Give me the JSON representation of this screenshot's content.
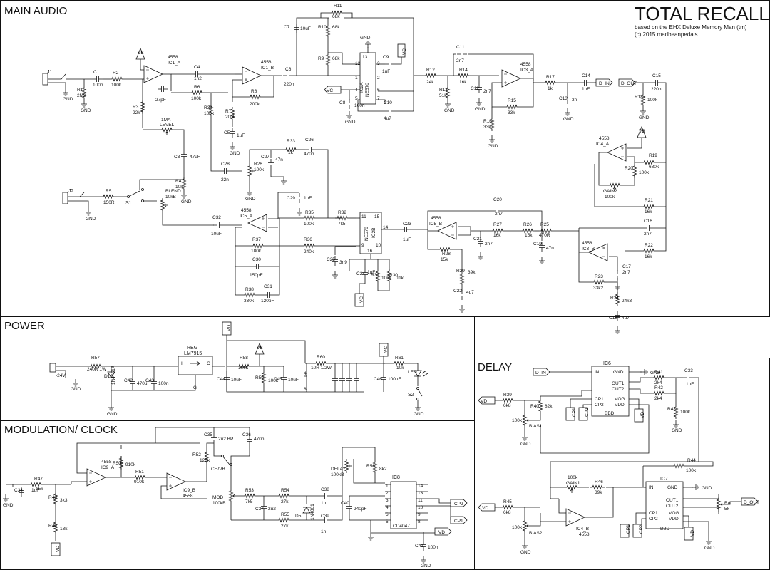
{
  "title": "TOTAL RECALL",
  "subtitle_lines": [
    "based on the EHX Deluxe Memory Man (tm)",
    "(c) 2015 madbeanpedals"
  ],
  "sections": {
    "main_audio": "MAIN AUDIO",
    "power": "POWER",
    "modulation": "MODULATION/ CLOCK",
    "delay": "DELAY"
  },
  "nets": {
    "vb": "VB",
    "vc": "VC",
    "vd": "VD",
    "d_in": "D_IN",
    "d_out": "D_OUT",
    "cp1": "CP1",
    "cp2": "CP2",
    "gnd": "GND",
    "neg24": "-24V"
  },
  "ics": {
    "ic1a": [
      "4558",
      "IC1_A"
    ],
    "ic1b": [
      "4558",
      "IC1_B"
    ],
    "ic2a": [
      "IC2A",
      "NE570"
    ],
    "ic3a": [
      "4558",
      "IC3_A"
    ],
    "ic3b": [
      "4558",
      "IC3_B"
    ],
    "ic4a": [
      "4558",
      "IC4_A"
    ],
    "ic4b": [
      "IC4_B",
      "4558"
    ],
    "ic5a": [
      "4558",
      "IC5_A"
    ],
    "ic5b": [
      "4558",
      "IC5_B"
    ],
    "ic2b": [
      "IC2B",
      "NE570"
    ],
    "ic9a": [
      "4558",
      "IC9_A"
    ],
    "ic9b": [
      "IC9_B",
      "4558"
    ],
    "ic8": [
      "IC8",
      "CD4047"
    ],
    "ic6": [
      "IC6",
      "BBD"
    ],
    "ic7": [
      "IC7",
      "BBD"
    ],
    "reg": [
      "REG",
      "LM7915",
      "I",
      "O",
      "G"
    ]
  },
  "bbd_pins": {
    "in": "IN",
    "gnd": "GND",
    "out1": "OUT1",
    "out2": "OUT2",
    "cp1": "CP1",
    "cp2": "CP2",
    "vgg": "VGG",
    "vdd": "VDD"
  },
  "components": {
    "j1": "J1",
    "j2": "J2",
    "s1": "S1",
    "s2": "S2",
    "c1": [
      "C1",
      "100n"
    ],
    "r1": [
      "R1",
      "2M2"
    ],
    "r2": [
      "R2",
      "100k"
    ],
    "c2": [
      "C2",
      "27pF"
    ],
    "r3": [
      "R3",
      "22k"
    ],
    "level": [
      "1MA",
      "LEVEL"
    ],
    "c4": [
      "C4",
      "1n2"
    ],
    "r6": [
      "R6",
      "100k"
    ],
    "c3": [
      "C3",
      "47uF"
    ],
    "r4": [
      "R4",
      "10k"
    ],
    "r5": [
      "R5",
      "150R"
    ],
    "blend": [
      "BLEND",
      "10kB"
    ],
    "r8": [
      "R8",
      "200k"
    ],
    "r7": [
      "R7",
      "200k"
    ],
    "c5": [
      "C5",
      "1uF"
    ],
    "r34": [
      "R34",
      "100k"
    ],
    "c6": [
      "C6",
      "220n"
    ],
    "c7": [
      "C7",
      "10uF"
    ],
    "r11": [
      "R11",
      "68k"
    ],
    "r10": [
      "R10",
      "68k"
    ],
    "r9": [
      "R9",
      "68k"
    ],
    "c9": [
      "C9",
      "1uF"
    ],
    "c8": [
      "C8",
      "100n"
    ],
    "c10": [
      "C10",
      "4u7"
    ],
    "r12": [
      "R12",
      "24k"
    ],
    "c11": [
      "C11",
      "2n7"
    ],
    "r14": [
      "R14",
      "16k"
    ],
    "r13": [
      "R13",
      "51k"
    ],
    "c12": [
      "C12",
      "2n7"
    ],
    "r15": [
      "R15",
      "33k"
    ],
    "r16": [
      "R16",
      "33k"
    ],
    "r17": [
      "R17",
      "1k"
    ],
    "c14": [
      "C14",
      "1uF"
    ],
    "c13": [
      "C13",
      "3n"
    ],
    "c15": [
      "C15",
      "220n"
    ],
    "r18": [
      "R18",
      "100k"
    ],
    "r19": [
      "R19",
      "680k"
    ],
    "r20": [
      "R20",
      "100k"
    ],
    "gain2": [
      "GAIN2",
      "100k"
    ],
    "r21": [
      "R21",
      "16k"
    ],
    "c16": [
      "C16",
      "2n7"
    ],
    "r22": [
      "R22",
      "16k"
    ],
    "c17": [
      "C17",
      "2n7"
    ],
    "r23": [
      "R23",
      "33k2"
    ],
    "r24": [
      "R24",
      "24k3"
    ],
    "c18": [
      "C18",
      "4u7"
    ],
    "r33": [
      "R33",
      "1k"
    ],
    "c26": [
      "C26",
      "470n"
    ],
    "c27": [
      "C27",
      "47n"
    ],
    "r26k": [
      "R26",
      "100k"
    ],
    "c28": [
      "C28",
      "22n"
    ],
    "c29": [
      "C29",
      "1uF"
    ],
    "c32": [
      "C32",
      "10uF"
    ],
    "r35": [
      "R35",
      "100k"
    ],
    "r32": [
      "R32",
      "7k5"
    ],
    "r37": [
      "R37",
      "180k"
    ],
    "r36": [
      "R36",
      "240k"
    ],
    "c30": [
      "C30",
      "150pF"
    ],
    "r38": [
      "R38",
      "330k"
    ],
    "c31": [
      "C31",
      "120pF"
    ],
    "c25": [
      "C25",
      "3n9"
    ],
    "c24": [
      "C24",
      "1uF"
    ],
    "r31": [
      "R31",
      "100k"
    ],
    "r30": [
      "R30",
      "11k"
    ],
    "c23": [
      "C23",
      "1uF"
    ],
    "c20": [
      "C20",
      "2n7"
    ],
    "r27": [
      "R27",
      "16k"
    ],
    "r26": [
      "R26",
      "15k"
    ],
    "r25": [
      "R25",
      "470R"
    ],
    "c21": [
      "C21",
      "2n7"
    ],
    "r28": [
      "R28",
      "15k"
    ],
    "r29": [
      "R29",
      "39k"
    ],
    "c22": [
      "C22",
      "4u7"
    ],
    "c19": [
      "C19",
      "47n"
    ],
    "r57": [
      "R57",
      "240R 1W"
    ],
    "d1": [
      "D1",
      "1N4751A"
    ],
    "c42": [
      "C42",
      "470uF"
    ],
    "c43": [
      "C43",
      "100n"
    ],
    "c44": [
      "C44",
      "10uF"
    ],
    "r58": [
      "R58",
      "100k"
    ],
    "r59": [
      "R59",
      "100k"
    ],
    "c45": [
      "C45",
      "10uF"
    ],
    "r60": [
      "R60",
      "10R 1/2W"
    ],
    "c46": [
      "C46",
      "100uF"
    ],
    "r61": [
      "R61",
      "10k"
    ],
    "led": "LED",
    "r47": [
      "R47",
      "15k"
    ],
    "c34": [
      "C34",
      "1uF"
    ],
    "r48": [
      "R48",
      "3k3"
    ],
    "r49": [
      "R49",
      "13k"
    ],
    "r50": [
      "R50",
      "910k"
    ],
    "r51": [
      "R51",
      "910k"
    ],
    "r52": [
      "R52",
      "120k"
    ],
    "c35": [
      "C35",
      "2u2 BP"
    ],
    "c36": [
      "C36",
      "470n"
    ],
    "chvb": "CH/VB",
    "mod": [
      "MOD",
      "100kB"
    ],
    "r53": [
      "R53",
      "7k5"
    ],
    "c37": [
      "C37",
      "2u2"
    ],
    "r54": [
      "R54",
      "27k"
    ],
    "r55": [
      "R55",
      "27k"
    ],
    "d5": [
      "D5",
      "1N4001"
    ],
    "c38": [
      "C38",
      "1n"
    ],
    "c39": [
      "C39",
      "1n"
    ],
    "c40": [
      "C40",
      "240pF"
    ],
    "delay": [
      "DELAY",
      "100kB"
    ],
    "r56": [
      "R56",
      "8k2"
    ],
    "c41": [
      "C41",
      "100n"
    ],
    "r39": [
      "R39",
      "6k8"
    ],
    "r40": [
      "R40",
      "82k"
    ],
    "bias1": [
      "BIAS1",
      "100k"
    ],
    "r41": [
      "R41",
      "2k4"
    ],
    "r42": [
      "R42",
      "2k4"
    ],
    "c33": [
      "C33",
      "1uF"
    ],
    "r43": [
      "R43",
      "100k"
    ],
    "r44": [
      "R44",
      "100k"
    ],
    "gain1": [
      "100k",
      "GAIN1"
    ],
    "r46": [
      "R46",
      "39k"
    ],
    "r45": [
      "R45",
      "6k8"
    ],
    "bias2": [
      "BIAS2",
      "100k"
    ],
    "bal": [
      "BAL",
      "5k"
    ]
  }
}
